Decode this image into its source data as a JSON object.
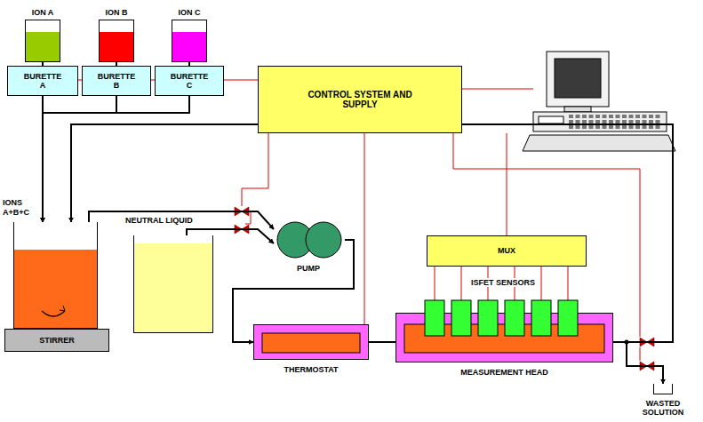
{
  "diagram": {
    "nodes": [
      {
        "text": [
          "ION A"
        ]
      },
      {
        "text": [
          "ION B"
        ]
      },
      {
        "text": [
          "ION C"
        ]
      },
      {
        "text": [
          "BURETTE A"
        ]
      },
      {
        "text": [
          "BURETTE B"
        ]
      },
      {
        "text": [
          "BURETTE C"
        ]
      },
      {
        "text": [
          "CONTROL SYSTEM AND SUPPLY"
        ]
      },
      {
        "text": [
          "IONS A+B+C"
        ]
      },
      {
        "text": [
          "STIRRER"
        ]
      },
      {
        "text": [
          "NEUTRAL LIQUID"
        ]
      },
      {
        "text": [
          "PUMP"
        ]
      },
      {
        "text": [
          "MUX"
        ]
      },
      {
        "text": [
          "THERMOSTAT"
        ]
      },
      {
        "text": [
          "MEASUREMENT HEAD"
        ]
      },
      {
        "text": [
          "WASTED SOLUTION"
        ]
      }
    ],
    "edges": [
      {
        "from": 0,
        "to": 3,
        "arrow": "none"
      },
      {
        "from": 1,
        "to": 4,
        "arrow": "none"
      },
      {
        "from": 2,
        "to": 5,
        "arrow": "none"
      },
      {
        "from": 6,
        "to": 5,
        "arrow": "none"
      },
      {
        "from": 5,
        "to": 4,
        "arrow": "none"
      },
      {
        "from": 4,
        "to": 3,
        "arrow": "none"
      },
      {
        "from": 3,
        "to": 7,
        "arrow": "to"
      },
      {
        "from": 4,
        "to": 7,
        "arrow": "to"
      },
      {
        "from": 5,
        "to": 7,
        "arrow": "to"
      },
      {
        "from": 7,
        "to": 10,
        "arrow": "to"
      },
      {
        "from": 9,
        "to": 10,
        "arrow": "to"
      },
      {
        "from": 10,
        "to": 12,
        "arrow": "to"
      },
      {
        "from": 12,
        "to": 13,
        "arrow": "none"
      },
      {
        "from": 13,
        "to": 7,
        "arrow": "to"
      },
      {
        "from": 13,
        "to": 14,
        "arrow": "to"
      },
      {
        "from": 6,
        "to": 11,
        "arrow": "none"
      },
      {
        "from": 11,
        "to": 13,
        "arrow": "none"
      },
      {
        "from": 6,
        "to": 12,
        "arrow": "none"
      }
    ],
    "labels": [
      "ISFET SENSORS"
    ]
  }
}
